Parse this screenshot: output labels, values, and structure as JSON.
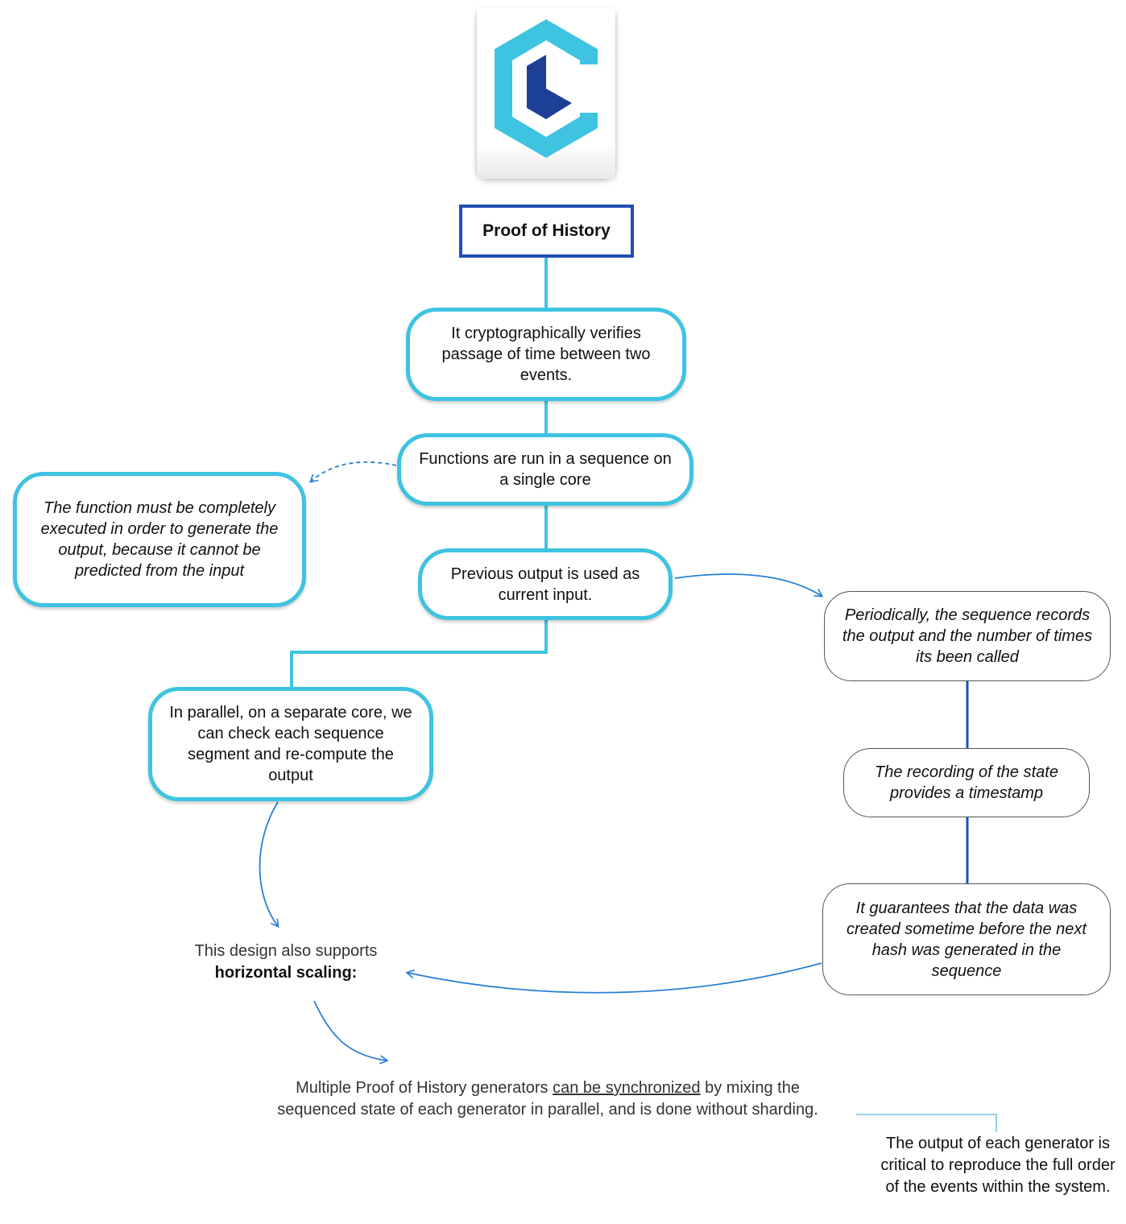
{
  "title": "Proof of History",
  "nodes": {
    "verify": "It cryptographically verifies passage of time between two events.",
    "sequence": "Functions are run in a sequence on a single core",
    "function_exec": "The function must be completely executed in order to generate the output, because it cannot be predicted from the input",
    "previous_output": "Previous output is used as current input.",
    "parallel": "In parallel, on a separate core, we can check each sequence segment and re-compute the output",
    "periodically": "Periodically, the sequence records the output and the number of times its been called",
    "recording": "The recording of the state provides a timestamp",
    "guarantees": "It guarantees that the data was created sometime before the next hash was generated in the sequence"
  },
  "scaling": {
    "line1": "This design also supports",
    "line2": "horizontal scaling:"
  },
  "multiple": {
    "before": "Multiple Proof of History generators ",
    "link": "can be synchronized",
    "after": " by mixing the sequenced state of each generator in parallel, and is done without sharding."
  },
  "generator_output": "The output of each generator is critical to reproduce the full order of the events within the system.",
  "colors": {
    "cyan": "#3ec3e0",
    "title_border": "#1f4fb5",
    "arrow_blue": "#2a7fd4",
    "logo_dark": "#1e3f96"
  },
  "icons": {
    "logo": "hexagon-c-logo"
  }
}
